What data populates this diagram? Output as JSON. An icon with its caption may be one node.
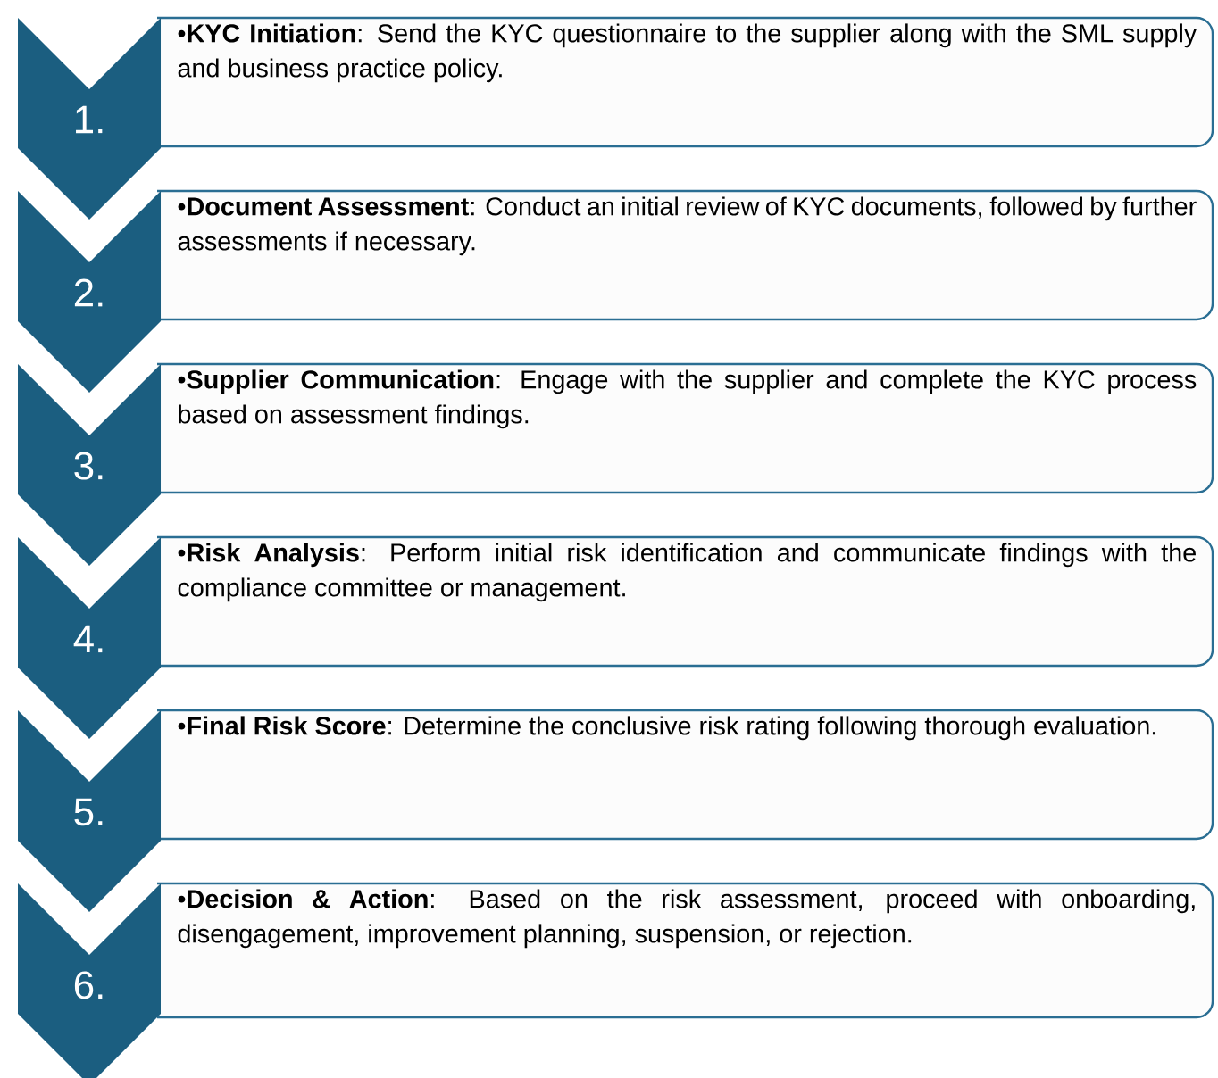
{
  "diagram": {
    "nodes": [
      {
        "text": [
          "1."
        ]
      },
      {
        "text": [
          "•**KYC Initiation**: Send the KYC questionnaire to the supplier along with the SML supply and business practice policy."
        ]
      },
      {
        "text": [
          "2."
        ]
      },
      {
        "text": [
          "•**Document Assessment**: Conduct an initial review of KYC documents, followed by further assessments if necessary."
        ]
      },
      {
        "text": [
          "3."
        ]
      },
      {
        "text": [
          "•**Supplier Communication**: Engage with the supplier and complete the KYC process based on assessment findings."
        ]
      },
      {
        "text": [
          "4."
        ]
      },
      {
        "text": [
          "•**Risk Analysis**: Perform initial risk identification and communicate findings with the compliance committee or management."
        ]
      },
      {
        "text": [
          "5."
        ]
      },
      {
        "text": [
          "•**Final Risk Score**: Determine the conclusive risk rating following thorough evaluation."
        ]
      },
      {
        "text": [
          "6."
        ]
      },
      {
        "text": [
          "•**Decision & Action**: Based on the risk assessment, proceed with onboarding, disengagement, improvement planning, suspension, or rejection."
        ]
      }
    ]
  }
}
